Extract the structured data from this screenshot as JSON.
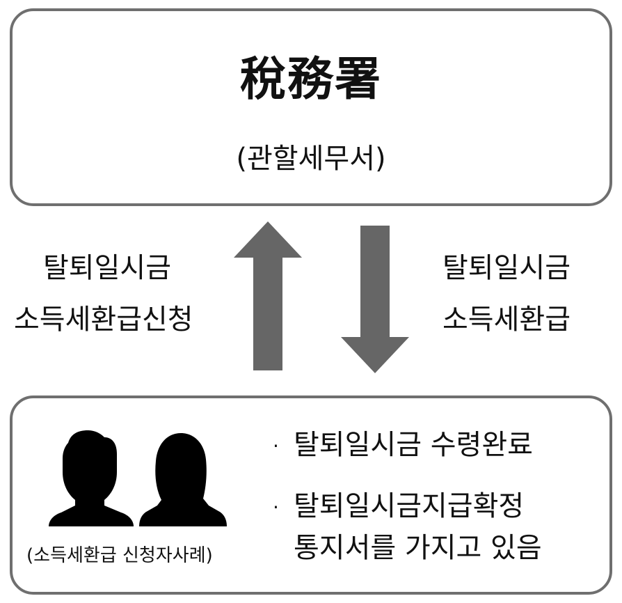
{
  "office": {
    "title": "稅務署",
    "subtitle": "(관할세무서)"
  },
  "left_arrow_label": {
    "line1": "탈퇴일시금",
    "line2": "소득세환급신청"
  },
  "right_arrow_label": {
    "line1": "탈퇴일시금",
    "line2": "소득세환급"
  },
  "applicant": {
    "caption": "(소득세환급 신청자사례)",
    "bullet_marker": "·",
    "bullets": [
      "탈퇴일시금 수령완료",
      "탈퇴일시금지급확정"
    ],
    "bullet_2_continued": "통지서를 가지고 있음"
  },
  "colors": {
    "border": "#6f6f6f",
    "arrow": "#666666",
    "silhouette": "#000000"
  },
  "icons": [
    "up-arrow-icon",
    "down-arrow-icon",
    "man-silhouette-icon",
    "woman-silhouette-icon"
  ]
}
